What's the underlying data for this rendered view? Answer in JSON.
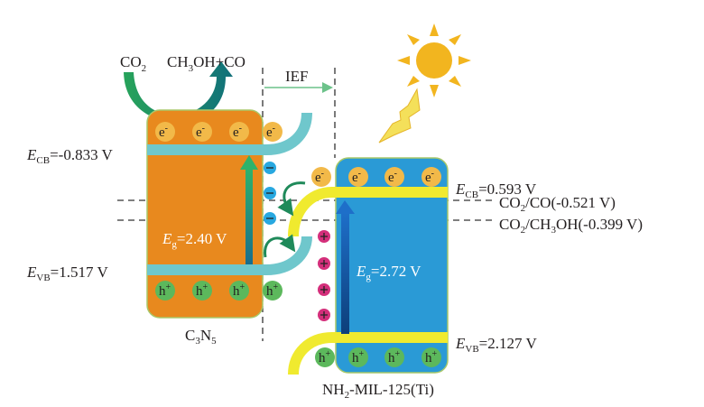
{
  "top": {
    "reactant_main": "CO",
    "reactant_sub": "2",
    "product_a": "CH",
    "product_sub": "3",
    "product_b": "OH+CO",
    "ief": "IEF"
  },
  "c3n5": {
    "name_a": "C",
    "name_sub1": "3",
    "name_b": "N",
    "name_sub2": "5",
    "ecb_sym": "E",
    "ecb_sub": "CB",
    "ecb_val": "=-0.833 V",
    "evb_sym": "E",
    "evb_sub": "VB",
    "evb_val": "=1.517 V",
    "eg_sym": "E",
    "eg_sub": "g",
    "eg_val": "=2.40 V"
  },
  "mil": {
    "name_a": "NH",
    "name_sub": "2",
    "name_b": "-MIL-125(Ti)",
    "ecb_sym": "E",
    "ecb_sub": "CB",
    "ecb_val": "=0.593 V",
    "evb_sym": "E",
    "evb_sub": "VB",
    "evb_val": "=2.127 V",
    "eg_sym": "E",
    "eg_sub": "g",
    "eg_val": "=2.72 V"
  },
  "potentials": {
    "co_a": "CO",
    "co_sub": "2",
    "co_b": "/CO(-0.521 V)",
    "meoh_a": "CO",
    "meoh_sub": "2",
    "meoh_b": "/CH",
    "meoh_sub2": "3",
    "meoh_c": "OH(-0.399 V)"
  },
  "carriers": {
    "electron": "e",
    "electron_sup": "-",
    "hole": "h",
    "hole_sup": "+"
  },
  "colors": {
    "c3n5": "#e8891e",
    "mil": "#2a9ad6",
    "cyan_band": "#6fc7cc",
    "yellow_band": "#f0ea2f",
    "electron": "#f2b949",
    "hole": "#5cb85c",
    "minus": "#28a8e0",
    "plus": "#d42f7b",
    "sun": "#f2b51f"
  }
}
